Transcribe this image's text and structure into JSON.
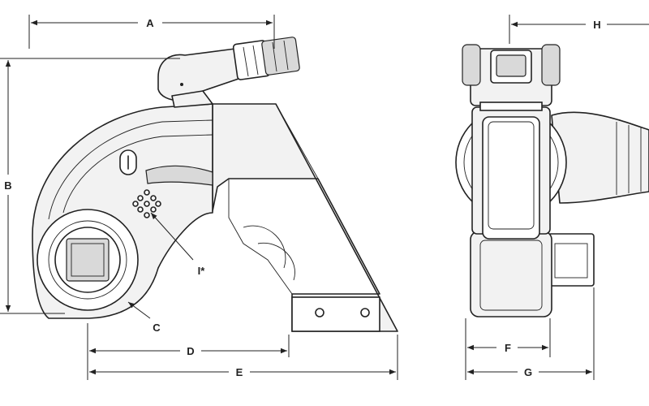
{
  "diagram": {
    "labels": {
      "A": "A",
      "B": "B",
      "C": "C",
      "D": "D",
      "E": "E",
      "F": "F",
      "G": "G",
      "H": "H",
      "I": "I*"
    },
    "colors": {
      "line": "#222222",
      "body_fill": "#f2f2f2",
      "shade": "#d9d9d9",
      "background": "#ffffff"
    }
  }
}
